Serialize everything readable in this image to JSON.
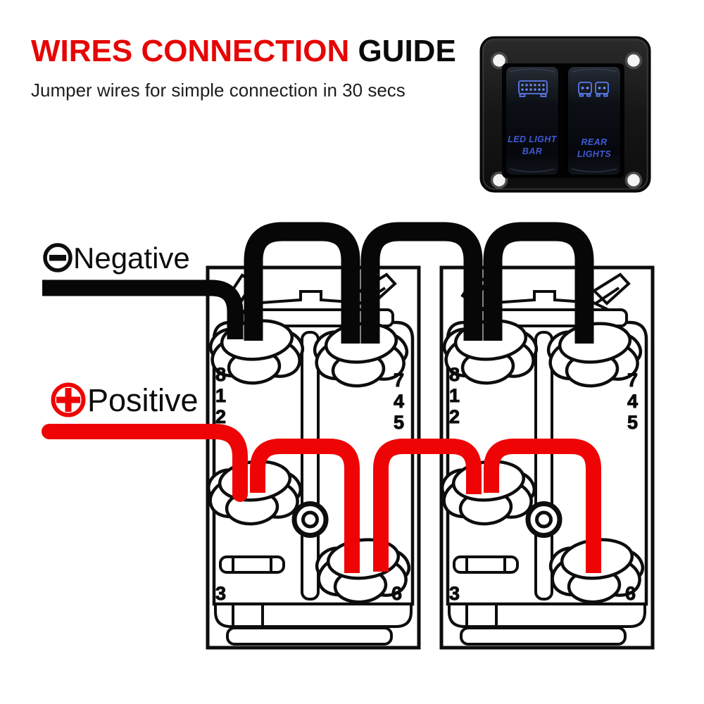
{
  "header": {
    "title_red": "WIRES CONNECTION",
    "title_black": " GUIDE",
    "subtitle": "Jumper wires for simple connection in 30 secs"
  },
  "labels": {
    "negative": "Negative",
    "positive": "Positive"
  },
  "switch_terminals": {
    "left_column": [
      "8",
      "1",
      "2"
    ],
    "right_column": [
      "7",
      "4",
      "5"
    ],
    "bottom_left": "3",
    "bottom_right": "6"
  },
  "panel": {
    "rocker1_line1": "LED LIGHT",
    "rocker1_line2": "BAR",
    "rocker2_line1": "REAR",
    "rocker2_line2": "LIGHTS"
  },
  "colors": {
    "title_red": "#e60505",
    "wire_negative": "#070707",
    "wire_positive": "#ee0404",
    "panel_text_blue": "#4159d6",
    "panel_icon_blue": "#5b79ea",
    "diagram_line": "#0a0a0a"
  }
}
